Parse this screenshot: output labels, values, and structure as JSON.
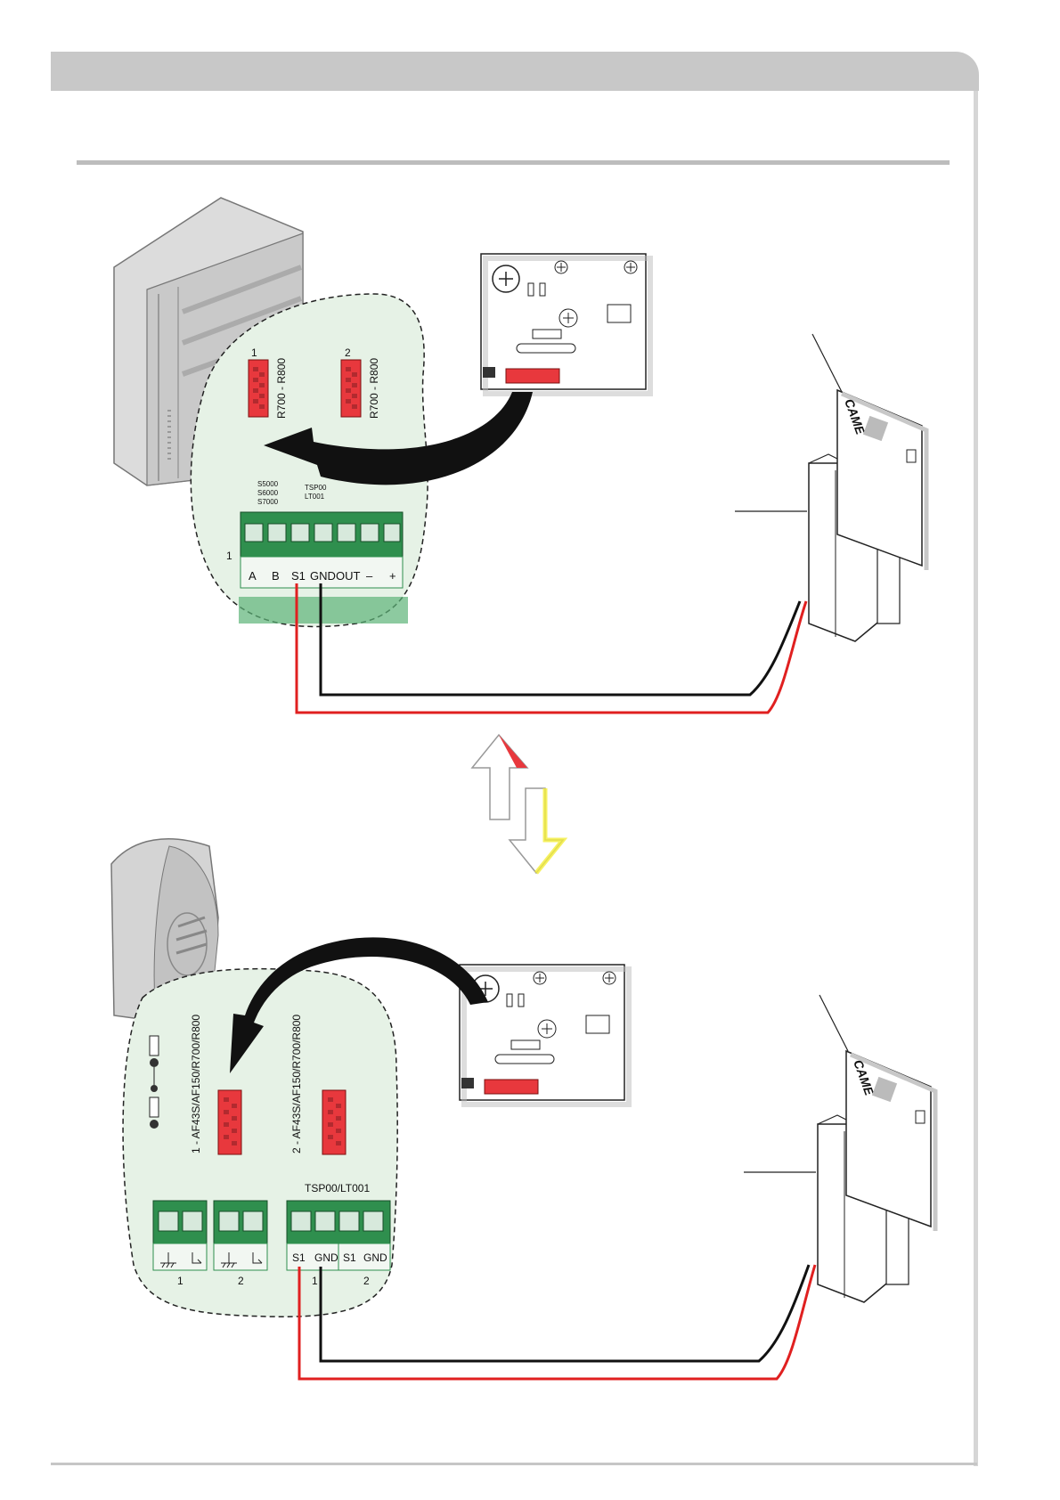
{
  "top": {
    "receiver_slot_1": "1",
    "receiver_slot_2": "2",
    "slot_1_label": "R700 - R800",
    "slot_2_label": "R700 - R800",
    "compat_models": "S5000 S6000 S7000",
    "compat_model_lines": [
      "S5000",
      "S6000",
      "S7000"
    ],
    "tsp_label_lines": [
      "TSP00",
      "LT001"
    ],
    "terminal_block_number": "1",
    "terminals": [
      "A",
      "B",
      "S1",
      "GND",
      "OUT",
      "–",
      "+"
    ]
  },
  "bottom": {
    "slot_1_label": "1 - AF43S/AF150/R700/R800",
    "slot_2_label": "2 - AF43S/AF150/R700/R800",
    "tsp_label": "TSP00/LT001",
    "antenna_groups": [
      "1",
      "2"
    ],
    "terminals": [
      "S1",
      "GND",
      "S1",
      "GND"
    ],
    "terminal_groups": [
      "1",
      "2"
    ]
  },
  "card_brand": "CAME",
  "colors": {
    "connector_red": "#e8383d",
    "terminal_green": "#2f8f4e",
    "wire_red": "#e02020",
    "wire_black": "#111111",
    "zoom_bg": "#e6f2e6",
    "header_gray": "#c8c8c8"
  }
}
